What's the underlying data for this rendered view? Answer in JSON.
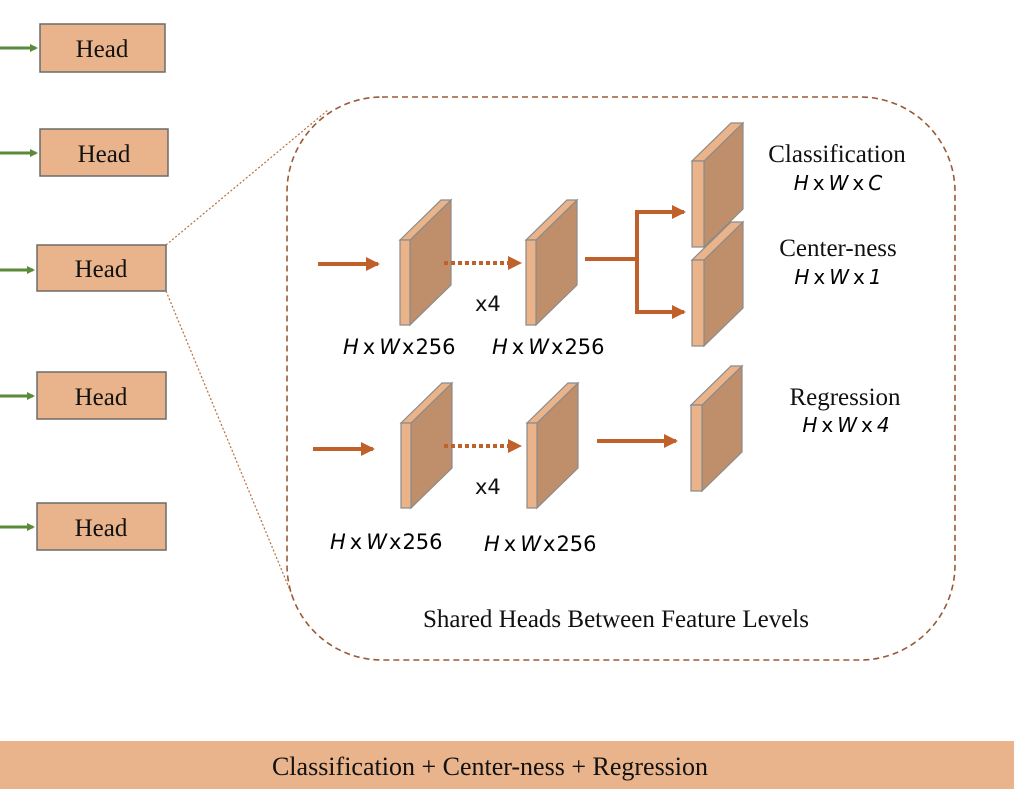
{
  "heads": [
    {
      "label": "Head"
    },
    {
      "label": "Head"
    },
    {
      "label": "Head"
    },
    {
      "label": "Head"
    },
    {
      "label": "Head"
    }
  ],
  "shared_panel": {
    "caption": "Shared Heads Between Feature Levels",
    "branch_top": {
      "repeat_label": "x4",
      "input_dim": {
        "h": "H",
        "x1": "x",
        "w": "W",
        "x2": "x",
        "c": "256"
      },
      "output_dim": {
        "h": "H",
        "x1": "x",
        "w": "W",
        "x2": "x",
        "c": "256"
      }
    },
    "branch_bottom": {
      "repeat_label": "x4",
      "input_dim": {
        "h": "H",
        "x1": "x",
        "w": "W",
        "x2": "x",
        "c": "256"
      },
      "output_dim": {
        "h": "H",
        "x1": "x",
        "w": "W",
        "x2": "x",
        "c": "256"
      }
    },
    "outputs": {
      "classification": {
        "title": "Classification",
        "dim": {
          "h": "H",
          "x1": "x",
          "w": "W",
          "x2": "x",
          "c": "C"
        }
      },
      "centerness": {
        "title": "Center-ness",
        "dim": {
          "h": "H",
          "x1": "x",
          "w": "W",
          "x2": "x",
          "c": "1"
        }
      },
      "regression": {
        "title": "Regression",
        "dim": {
          "h": "H",
          "x1": "x",
          "w": "W",
          "x2": "x",
          "c": "4"
        }
      }
    }
  },
  "bottom_bar": {
    "label": "Classification + Center-ness + Regression"
  },
  "colors": {
    "head_fill": "#e9b48b",
    "feature_face": "#bf8f6b",
    "feature_side": "#eab38a",
    "arrow_orange": "#c0612b",
    "arrow_green": "#5a8a3a",
    "dashed_border": "#9a5a35"
  }
}
